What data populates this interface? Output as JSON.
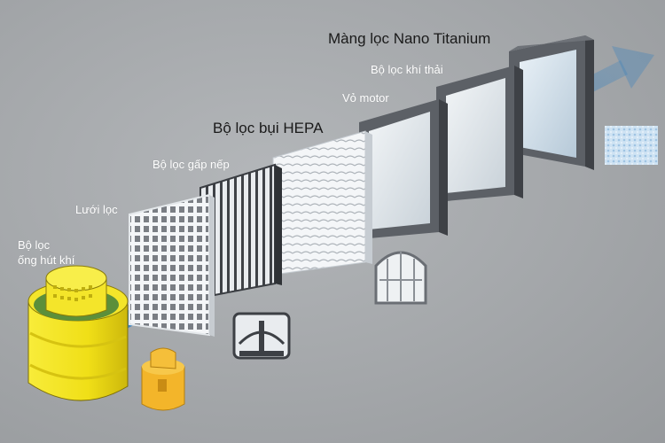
{
  "labels": {
    "intake_line1": "Bộ lọc",
    "intake_line2": "ống hút khí",
    "mesh": "Lưới lọc",
    "pleated": "Bộ lọc gấp nếp",
    "hepa": "Bộ lọc bụi HEPA",
    "motor": "Vỏ motor",
    "exhaust": "Bộ lọc khí thải",
    "nano": "Màng lọc Nano Titanium"
  },
  "colors": {
    "background": "#a6a9ac",
    "airflow": "#2f7fc1",
    "canister_yellow": "#f2e21e",
    "canister_green": "#5c8f3a",
    "part_orange": "#f3b52a",
    "frame_dark": "#4a4d52",
    "panel_light": "#dfe6ec",
    "nano_membrane": "#cfe3f3"
  }
}
